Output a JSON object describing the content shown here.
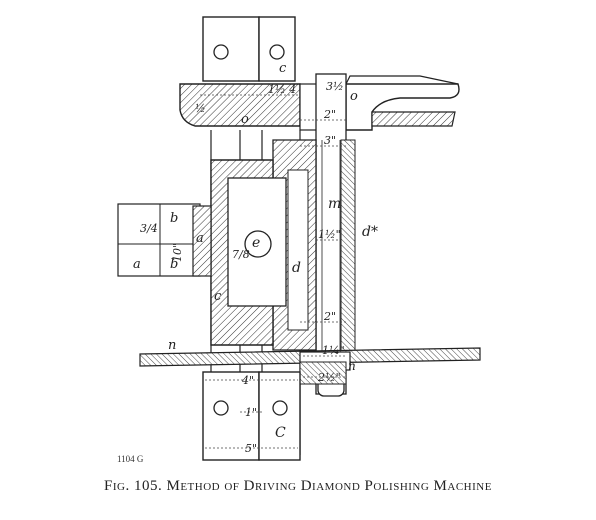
{
  "caption": "Fig. 105.   Method of Driving Diamond Polishing Machine",
  "plate_number": "1104 G",
  "part_labels": {
    "c_top": "c",
    "c_bottom": "C",
    "c_left": "c",
    "o_left": "o",
    "o_right": "o",
    "m": "m",
    "d_star": "d*",
    "d_mid": "d",
    "e": "e",
    "a_upper": "a",
    "a_lower": "a",
    "b_upper": "b",
    "b_lower": "b",
    "n_left": "n",
    "n_right": "n"
  },
  "dimensions": {
    "d_1_4": "1½ 4",
    "d_3_half": "3½",
    "d_2_top": "2\"",
    "d_3": "3\"",
    "d_1_half": "1½\"",
    "d_2_low": "2\"",
    "d_1_quarter": "1¼\"",
    "d_2_half": "2½\"",
    "d_4": "4\"",
    "d_1": "1\"",
    "d_5": "5\"",
    "d_7_8": "7/8",
    "d_3_4": "3/4",
    "d_half": "½",
    "d_10": "10\""
  }
}
